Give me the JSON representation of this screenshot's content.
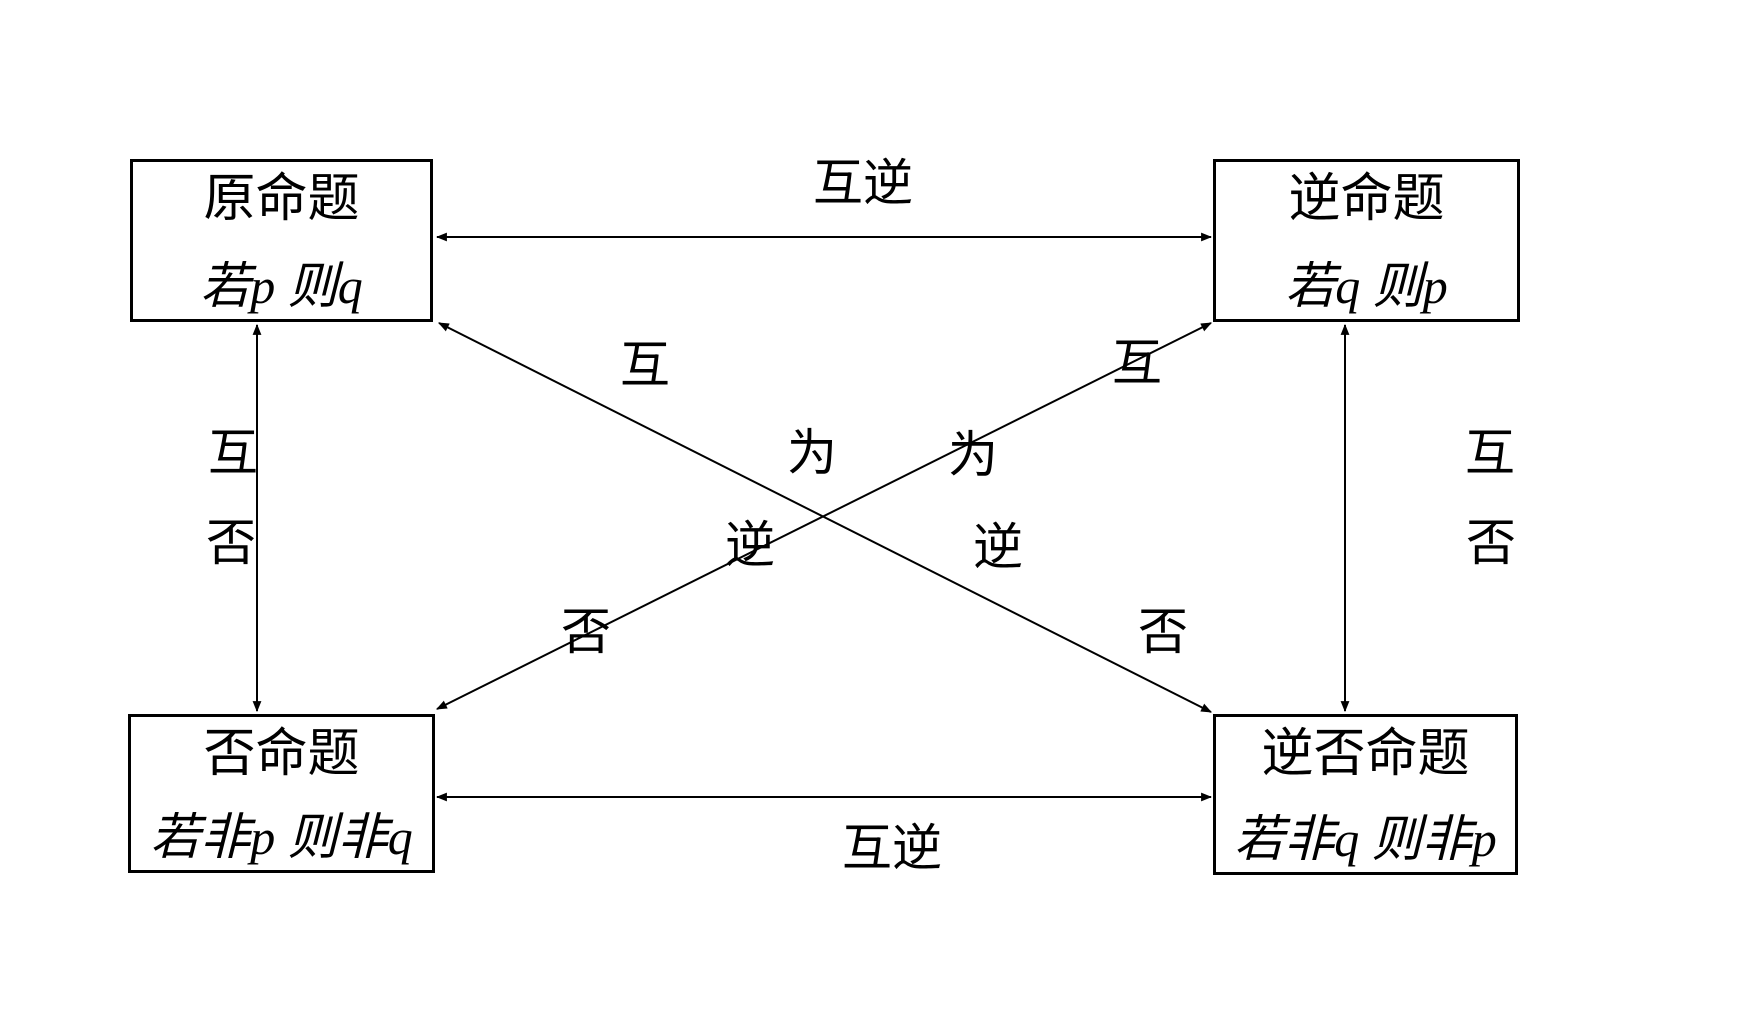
{
  "diagram": {
    "background_color": "#ffffff",
    "line_color": "#000000",
    "boxes": {
      "original": {
        "title": "原命题",
        "formula": "若p 则q"
      },
      "converse": {
        "title": "逆命题",
        "formula": "若q 则p"
      },
      "negation": {
        "title": "否命题",
        "formula": "若非p 则非q"
      },
      "contrapositive": {
        "title": "逆否命题",
        "formula": "若非q 则非p"
      }
    },
    "edges": {
      "top": {
        "label": "互逆"
      },
      "bottom": {
        "label": "互逆"
      },
      "left": {
        "chars": [
          "互",
          "否"
        ]
      },
      "right": {
        "chars": [
          "互",
          "否"
        ]
      },
      "diagonal_tlbr": {
        "chars": [
          "互",
          "为",
          "逆",
          "否"
        ]
      },
      "diagonal_bltr": {
        "chars": [
          "互",
          "为",
          "逆",
          "否"
        ]
      }
    }
  }
}
